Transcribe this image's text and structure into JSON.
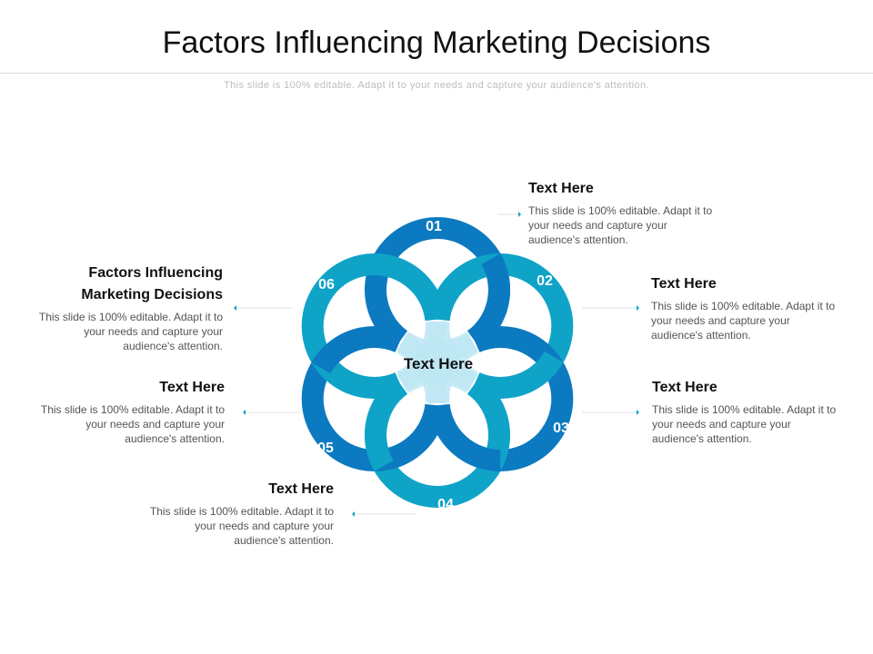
{
  "title": "Factors Influencing Marketing Decisions",
  "subtitle": "This slide is 100% editable. Adapt it to your needs and capture your audience's attention.",
  "center_label": "Text Here",
  "colors": {
    "dark_blue": "#0c7ac0",
    "teal": "#0fa3c8",
    "light_segment": "#bde6f3",
    "connector": "#dde3e8"
  },
  "items": [
    {
      "number": "01",
      "heading": "Text Here",
      "body": "This slide is 100% editable. Adapt it to your needs and capture your audience's attention."
    },
    {
      "number": "02",
      "heading": "Text Here",
      "body": "This slide is 100% editable. Adapt it to your needs and capture your audience's attention."
    },
    {
      "number": "03",
      "heading": "Text Here",
      "body": "This slide is 100% editable. Adapt it to your needs and capture your audience's attention."
    },
    {
      "number": "04",
      "heading": "Text Here",
      "body": "This slide is 100% editable. Adapt it to your needs and capture your audience's attention."
    },
    {
      "number": "05",
      "heading": "Text Here",
      "body": "This slide is 100% editable. Adapt it to your needs and capture your audience's attention."
    },
    {
      "number": "06",
      "heading": "Factors Influencing Marketing Decisions",
      "body": "This slide is 100% editable. Adapt it to your needs and capture your audience's attention."
    }
  ]
}
